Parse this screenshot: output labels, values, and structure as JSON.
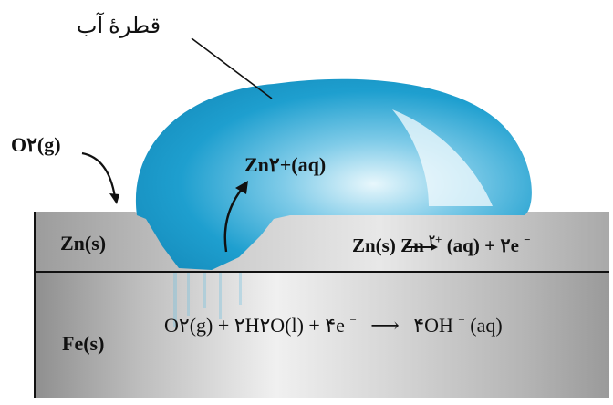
{
  "labels": {
    "water_drop": "قطرهٔ آب",
    "oxygen_gas": "O۲(g)",
    "zinc_ion": "Zn۲+(aq)",
    "zinc_layer": "Zn(s)",
    "iron_layer": "Fe(s)"
  },
  "reactions": {
    "anode": {
      "reactant": "Zn(s)",
      "product_ion": "Zn",
      "product_ion_sup": "۲+",
      "product_ion_state": "(aq)",
      "electrons": "+ ۲e",
      "electron_sup": "−"
    },
    "cathode": {
      "part1": "O۲(g) + ۲H۲O(l) + ۴e",
      "electron_sup": "−",
      "arrow": "⟶",
      "product": "۴OH",
      "product_sup": "−",
      "product_state": "(aq)"
    }
  },
  "colors": {
    "water": "#1e9fcf",
    "water_highlight": "#d9f2fb",
    "zinc": "#b8b8b8",
    "iron": "#c4c4c4",
    "metal_highlight": "#f2f2f2",
    "border": "#111111"
  }
}
